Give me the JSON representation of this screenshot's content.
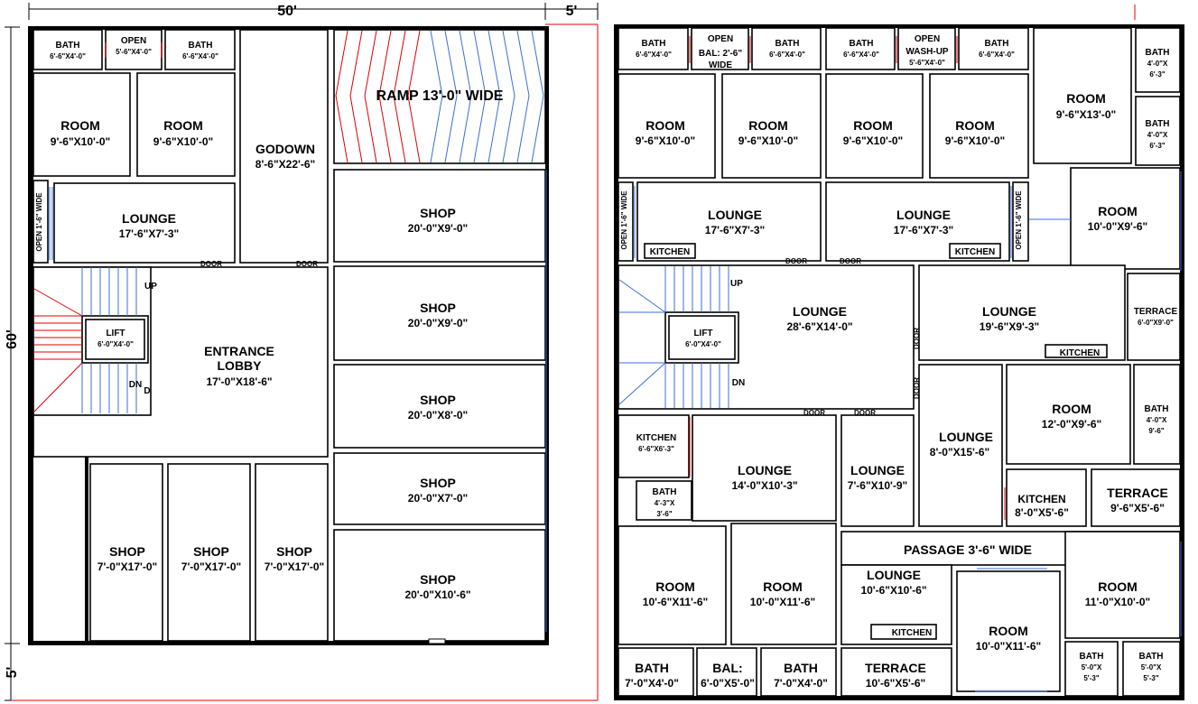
{
  "dimensions": {
    "width_main": "50'",
    "width_side": "5'",
    "depth_main": "60'",
    "depth_side": "5'"
  },
  "ground_floor": {
    "bath_left": {
      "name": "BATH",
      "size": "6'-6\"X4'-0\""
    },
    "open_top": {
      "name": "OPEN",
      "size": "5'-6\"X4'-0\""
    },
    "bath_right": {
      "name": "BATH",
      "size": "6'-6\"X4'-0\""
    },
    "room_1": {
      "name": "ROOM",
      "size": "9'-6\"X10'-0\""
    },
    "room_2": {
      "name": "ROOM",
      "size": "9'-6\"X10'-0\""
    },
    "godown": {
      "name": "GODOWN",
      "size": "8'-6\"X22'-6\""
    },
    "ramp": {
      "name": "RAMP 13'-0\" WIDE"
    },
    "open_side": "OPEN 1'-6\" WIDE",
    "lounge": {
      "name": "LOUNGE",
      "size": "17'-6\"X7'-3\""
    },
    "door_1": "DOOR",
    "door_2": "DOOR",
    "stair_up": "UP",
    "stair_dn": "DN",
    "stair_d": "D",
    "lift": {
      "name": "LIFT",
      "size": "6'-0\"X4'-0\""
    },
    "entrance": {
      "line1": "ENTRANCE",
      "line2": "LOBBY",
      "size": "17'-0\"X18'-6\""
    },
    "shop_a": {
      "name": "SHOP",
      "size": "20'-0\"X9'-0\""
    },
    "shop_b": {
      "name": "SHOP",
      "size": "20'-0\"X9'-0\""
    },
    "shop_c": {
      "name": "SHOP",
      "size": "20'-0\"X8'-0\""
    },
    "shop_d": {
      "name": "SHOP",
      "size": "20'-0\"X7'-0\""
    },
    "shop_e": {
      "name": "SHOP",
      "size": "20'-0\"X10'-6\""
    },
    "shop_f": {
      "name": "SHOP",
      "size": "7'-0\"X17'-0\""
    },
    "shop_g": {
      "name": "SHOP",
      "size": "7'-0\"X17'-0\""
    },
    "shop_h": {
      "name": "SHOP",
      "size": "7'-0\"X17'-0\""
    }
  },
  "upper_floor": {
    "bath_1": {
      "name": "BATH",
      "size": "6'-6\"X4'-0\""
    },
    "open_1": {
      "name": "OPEN",
      "line2": "BAL: 2'-6\"",
      "line3": "WIDE"
    },
    "bath_2": {
      "name": "BATH",
      "size": "6'-6\"X4'-0\""
    },
    "bath_3": {
      "name": "BATH",
      "size": "6'-6\"X4'-0\""
    },
    "open_2": {
      "name": "OPEN",
      "line2": "WASH-UP",
      "size": "5'-6\"X4'-0\""
    },
    "bath_4": {
      "name": "BATH",
      "size": "6'-6\"X4'-0\""
    },
    "room_nw1": {
      "name": "ROOM",
      "size": "9'-6\"X10'-0\""
    },
    "room_nw2": {
      "name": "ROOM",
      "size": "9'-6\"X10'-0\""
    },
    "room_n3": {
      "name": "ROOM",
      "size": "9'-6\"X10'-0\""
    },
    "room_n4": {
      "name": "ROOM",
      "size": "9'-6\"X10'-0\""
    },
    "room_ne": {
      "name": "ROOM",
      "size": "9'-6\"X13'-0\""
    },
    "bath_ne1": {
      "name": "BATH",
      "l2": "4'-0\"X",
      "l3": "6'-3\""
    },
    "bath_ne2": {
      "name": "BATH",
      "l2": "4'-0\"X",
      "l3": "6'-3\""
    },
    "open_w": "OPEN 1'-6\" WIDE",
    "open_e": "OPEN 1'-6\" WIDE",
    "lounge_1": {
      "name": "LOUNGE",
      "size": "17'-6\"X7'-3\""
    },
    "lounge_2": {
      "name": "LOUNGE",
      "size": "17'-6\"X7'-3\""
    },
    "kitchen_1": "KITCHEN",
    "kitchen_2": "KITCHEN",
    "room_e": {
      "name": "ROOM",
      "size": "10'-0\"X9'-6\""
    },
    "door_a": "DOOR",
    "door_b": "DOOR",
    "stair_up": "UP",
    "stair_dn": "DN",
    "lift": {
      "name": "LIFT",
      "size": "6'-0\"X4'-0\""
    },
    "lounge_main": {
      "name": "LOUNGE",
      "size": "28'-6\"X14'-0\""
    },
    "door_v1": "DOOR",
    "door_v2": "DOOR",
    "lounge_e": {
      "name": "LOUNGE",
      "size": "19'-6\"X9'-3\""
    },
    "kitchen_e": "KITCHEN",
    "terrace_e": {
      "name": "TERRACE",
      "size": "6'-0\"X9'-0\""
    },
    "door_c": "DOOR",
    "door_d": "DOOR",
    "kitchen_w": {
      "name": "KITCHEN",
      "size": "6'-6\"X6'-3\""
    },
    "bath_w": {
      "name": "BATH",
      "l2": "4'-3\"X",
      "l3": "3'-6\""
    },
    "lounge_w": {
      "name": "LOUNGE",
      "size": "14'-0\"X10'-3\""
    },
    "lounge_mid": {
      "name": "LOUNGE",
      "size": "7'-6\"X10'-9\""
    },
    "lounge_c": {
      "name": "LOUNGE",
      "size": "8'-0\"X15'-6\""
    },
    "room_c": {
      "name": "ROOM",
      "size": "12'-0\"X9'-6\""
    },
    "bath_c": {
      "name": "BATH",
      "l2": "4'-0\"X",
      "l3": "9'-6\""
    },
    "kitchen_c": {
      "name": "KITCHEN",
      "size": "8'-0\"X5'-6\""
    },
    "terrace_c": {
      "name": "TERRACE",
      "size": "9'-6\"X5'-6\""
    },
    "passage": "PASSAGE 3'-6\" WIDE",
    "room_sw1": {
      "name": "ROOM",
      "size": "10'-6\"X11'-6\""
    },
    "room_sw2": {
      "name": "ROOM",
      "size": "10'-0\"X11'-6\""
    },
    "lounge_s": {
      "name": "LOUNGE",
      "size": "10'-6\"X10'-6\""
    },
    "kitchen_s": "KITCHEN",
    "room_s": {
      "name": "ROOM",
      "size": "10'-0\"X11'-6\""
    },
    "room_se": {
      "name": "ROOM",
      "size": "11'-0\"X10'-0\""
    },
    "bath_s1": {
      "name": "BATH",
      "size": "7'-0\"X4'-0\""
    },
    "bal_s": {
      "name": "BAL:",
      "size": "6'-0\"X5'-0\""
    },
    "bath_s2": {
      "name": "BATH",
      "size": "7'-0\"X4'-0\""
    },
    "terrace_s": {
      "name": "TERRACE",
      "size": "10'-6\"X5'-6\""
    },
    "bath_se1": {
      "name": "BATH",
      "l2": "5'-0\"X",
      "l3": "5'-3\""
    },
    "bath_se2": {
      "name": "BATH",
      "l2": "5'-0\"X",
      "l3": "5'-3\""
    }
  },
  "colors": {
    "wall": "#000000",
    "red": "#e00000",
    "blue": "#3a6fd8"
  }
}
